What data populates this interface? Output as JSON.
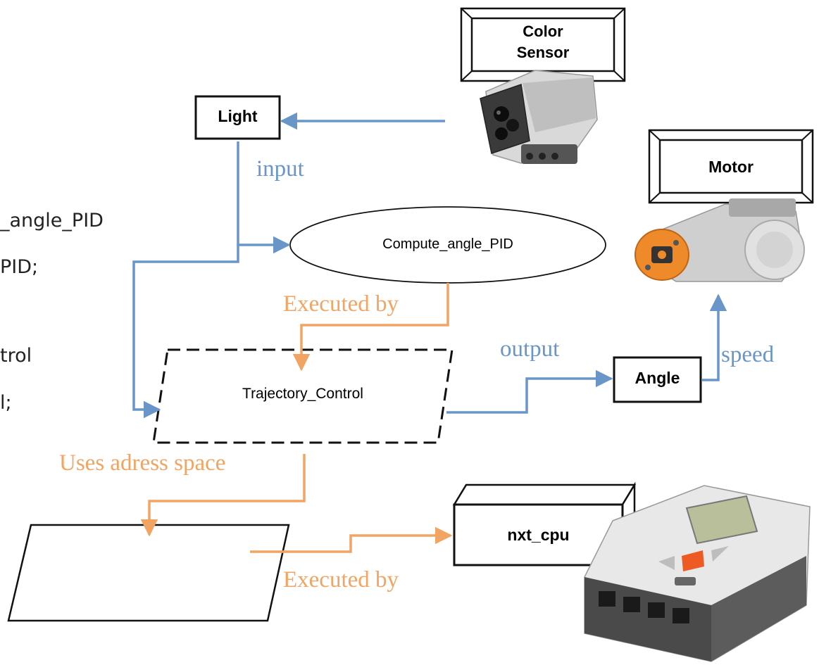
{
  "colors": {
    "input_arrow": "#6a95c9",
    "exec_arrow": "#f2a462",
    "box_stroke": "#111111"
  },
  "boxes": {
    "color_sensor": "Color\nSensor",
    "light": "Light",
    "motor": "Motor",
    "angle": "Angle",
    "nxt_cpu": "nxt_cpu"
  },
  "processes": {
    "compute": "Compute_angle_PID",
    "trajectory": "Trajectory_Control"
  },
  "edge_labels": {
    "input": "input",
    "executed_by_1": "Executed by",
    "output": "output",
    "speed": "speed",
    "uses_address_space": "Uses adress space",
    "executed_by_2": "Executed by"
  },
  "cut_off_text": [
    "_angle_PID",
    "PID;",
    "trol",
    "l;"
  ],
  "images": [
    "color-sensor-photo",
    "motor-photo",
    "nxt-brick-photo"
  ]
}
